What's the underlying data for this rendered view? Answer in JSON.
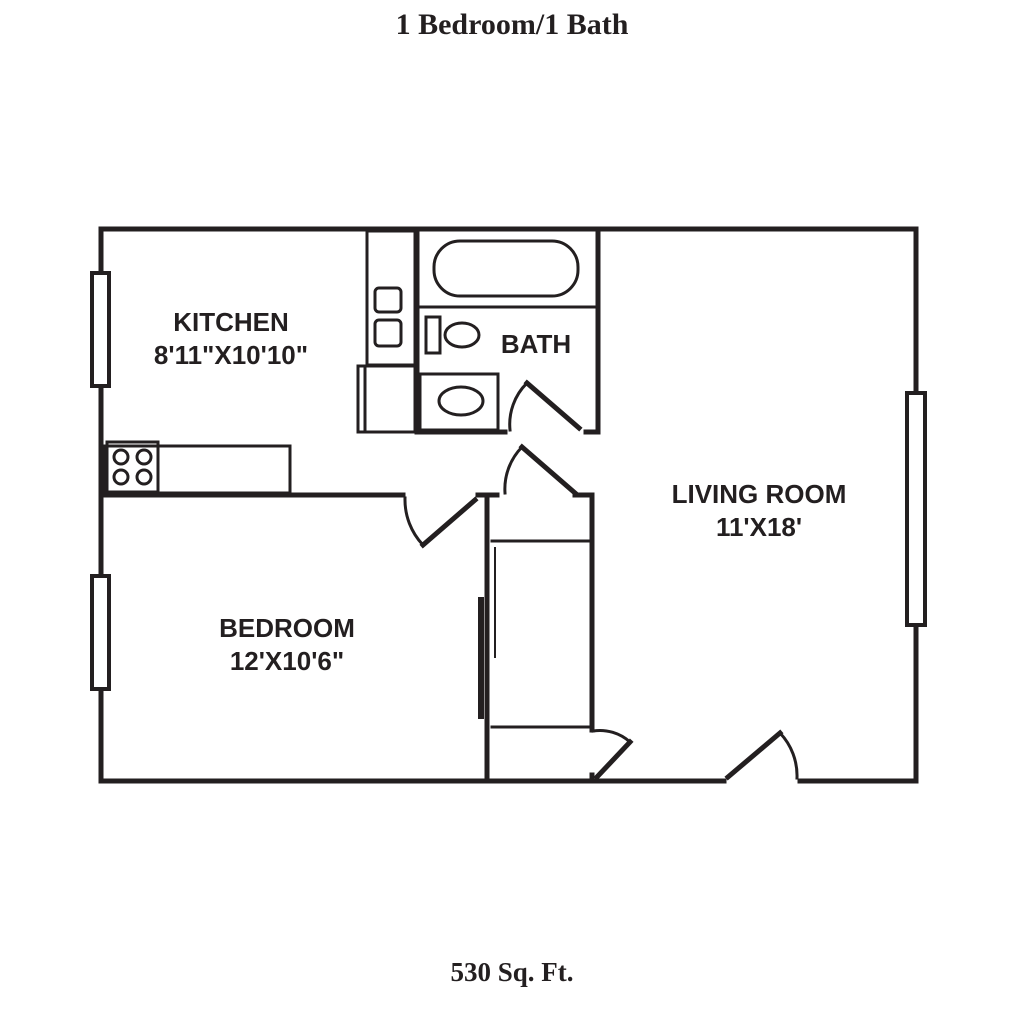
{
  "title": "1 Bedroom/1 Bath",
  "area": "530 Sq. Ft.",
  "rooms": {
    "kitchen": {
      "name": "KITCHEN",
      "size": "8'11\"X10'10\""
    },
    "bath": {
      "name": "BATH"
    },
    "living": {
      "name": "LIVING ROOM",
      "size": "11'X18'"
    },
    "bedroom": {
      "name": "BEDROOM",
      "size": "12'X10'6\""
    }
  }
}
